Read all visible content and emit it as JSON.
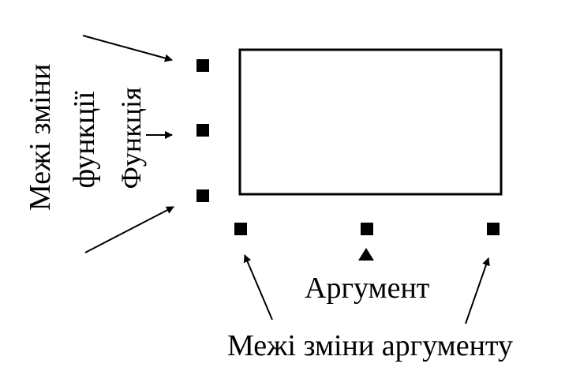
{
  "labels": {
    "function_range_line1": "Межі зміни",
    "function_range_line2": "функції",
    "function": "Функція",
    "argument": "Аргумент",
    "argument_range": "Межі зміни аргументу"
  },
  "colors": {
    "ink": "#000000",
    "background": "#ffffff"
  }
}
